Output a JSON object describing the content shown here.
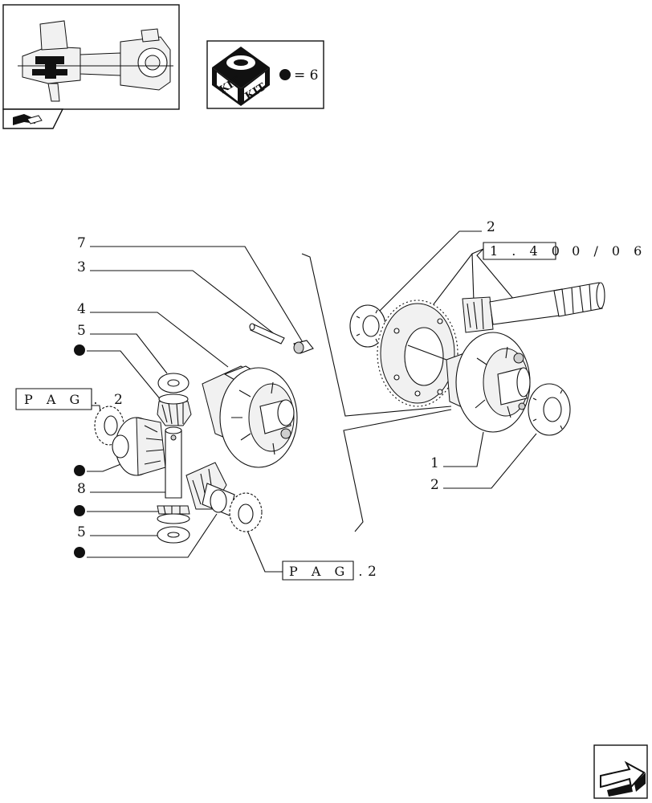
{
  "kit_box": {
    "kit_left": "KIT",
    "kit_right": "KIT",
    "quantity": "= 6"
  },
  "callouts": {
    "item_7": "7",
    "item_3": "3",
    "item_4": "4",
    "item_5_top": "5",
    "item_8": "8",
    "item_5_bottom": "5",
    "item_1": "1",
    "item_2_top": "2",
    "item_2_bottom": "2"
  },
  "page_refs": {
    "left": {
      "label": "P A G .",
      "page": "2"
    },
    "bottom": {
      "label": "P A G .",
      "page": "2"
    },
    "right": {
      "label": "1 . 4 0",
      "suffix": ". 0 / 0 6"
    }
  },
  "icons": {
    "thumbnail": "axle-assembly-thumbnail",
    "kit": "kit-boxes-icon",
    "dot": "kit-dot-marker",
    "nav": "next-page-arrow-icon"
  }
}
